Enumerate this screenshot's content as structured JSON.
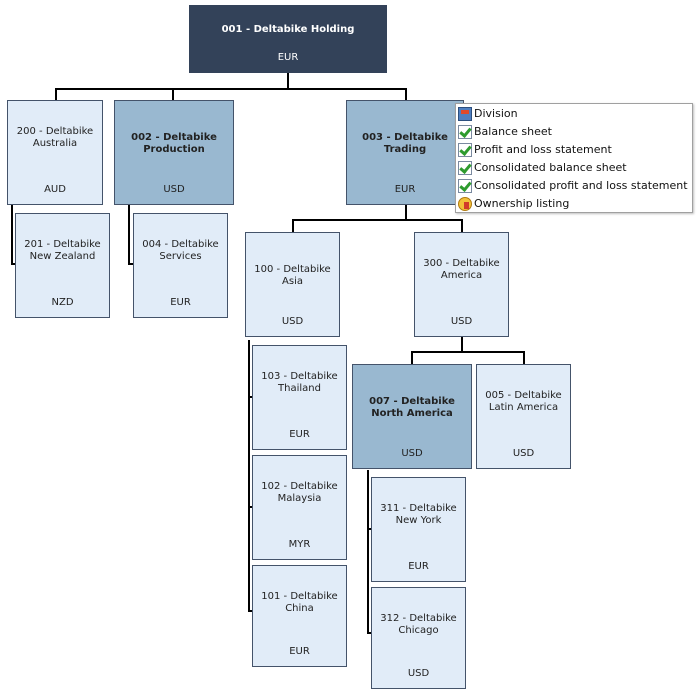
{
  "nodes": {
    "n001": {
      "name": "001 - Deltabike Holding",
      "currency": "EUR"
    },
    "n200": {
      "name": "200 - Deltabike Australia",
      "currency": "AUD"
    },
    "n002": {
      "name": "002 - Deltabike Production",
      "currency": "USD"
    },
    "n003": {
      "name": "003 - Deltabike Trading",
      "currency": "EUR"
    },
    "n201": {
      "name": "201 - Deltabike New Zealand",
      "currency": "NZD"
    },
    "n004": {
      "name": "004 - Deltabike Services",
      "currency": "EUR"
    },
    "n100": {
      "name": "100 - Deltabike Asia",
      "currency": "USD"
    },
    "n300": {
      "name": "300 - Deltabike America",
      "currency": "USD"
    },
    "n103": {
      "name": "103 - Deltabike Thailand",
      "currency": "EUR"
    },
    "n102": {
      "name": "102 - Deltabike Malaysia",
      "currency": "MYR"
    },
    "n101": {
      "name": "101 - Deltabike China",
      "currency": "EUR"
    },
    "n007": {
      "name": "007 - Deltabike North America",
      "currency": "USD"
    },
    "n005": {
      "name": "005 - Deltabike Latin America",
      "currency": "USD"
    },
    "n311": {
      "name": "311 - Deltabike New York",
      "currency": "EUR"
    },
    "n312": {
      "name": "312 - Deltabike Chicago",
      "currency": "USD"
    }
  },
  "context_menu": {
    "items": [
      {
        "label": "Division",
        "icon": "division-icon"
      },
      {
        "label": "Balance sheet",
        "icon": "checkmark-icon"
      },
      {
        "label": "Profit and loss statement",
        "icon": "checkmark-icon"
      },
      {
        "label": "Consolidated balance sheet",
        "icon": "checkmark-icon"
      },
      {
        "label": "Consolidated profit and loss statement",
        "icon": "checkmark-icon"
      },
      {
        "label": "Ownership listing",
        "icon": "ownership-icon"
      }
    ]
  },
  "colors": {
    "root_fill": "#334259",
    "selected_fill": "#99b8d0",
    "node_fill": "#e1ecf8",
    "connector": "#000000"
  }
}
